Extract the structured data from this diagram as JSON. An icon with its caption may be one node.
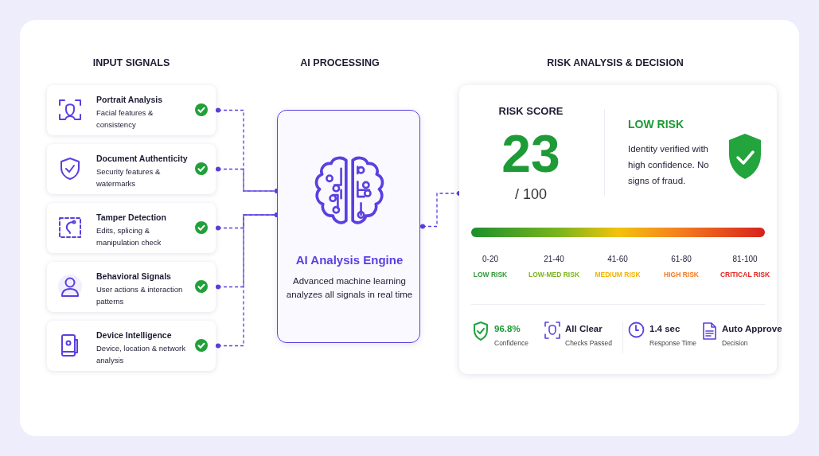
{
  "diagram": {
    "nodes": [
      {
        "text": [
          "Portrait Analysis",
          "Facial features & consistency"
        ]
      },
      {
        "text": [
          "Document Authenticity",
          "Security features & watermarks"
        ]
      },
      {
        "text": [
          "Tamper Detection",
          "Edits, splicing & manipulation check"
        ]
      },
      {
        "text": [
          "Behavioral Signals",
          "User actions & interaction patterns"
        ]
      },
      {
        "text": [
          "Device Intelligence",
          "Device, location & network analysis"
        ]
      },
      {
        "text": [
          "AI Analysis Engine",
          "Advanced machine learning analyzes all signals in real time"
        ]
      },
      {
        "text": [
          "RISK SCORE",
          "23",
          "/ 100",
          "LOW RISK",
          "Identity verified with high confidence. No signs of fraud."
        ]
      }
    ],
    "edges": [
      {
        "from": 0,
        "to": 5,
        "arrow": "other",
        "style": "dashed"
      },
      {
        "from": 1,
        "to": 5,
        "arrow": "other",
        "style": "dashed"
      },
      {
        "from": 2,
        "to": 5,
        "arrow": "other",
        "style": "dashed"
      },
      {
        "from": 3,
        "to": 5,
        "arrow": "other",
        "style": "dashed"
      },
      {
        "from": 4,
        "to": 5,
        "arrow": "other",
        "style": "dashed"
      },
      {
        "from": 5,
        "to": 6,
        "arrow": "other",
        "style": "dashed"
      }
    ],
    "labels": [
      "INPUT SIGNALS",
      "AI PROCESSING",
      "RISK ANALYSIS & DECISION",
      "0-20",
      "21-40",
      "41-60",
      "61-80",
      "81-100",
      "LOW RISK",
      "LOW-MED RISK",
      "MEDIUM RISK",
      "HIGH RISK",
      "CRITICAL RISK",
      "96.8%",
      "Confidence",
      "All Clear",
      "Checks Passed",
      "1.4 sec",
      "Response Time",
      "Auto Approve",
      "Decision"
    ]
  }
}
